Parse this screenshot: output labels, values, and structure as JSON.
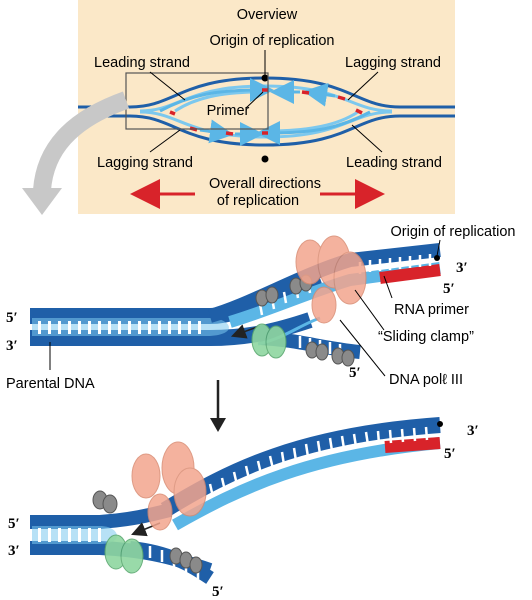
{
  "overview": {
    "title": "Overview",
    "origin": "Origin of replication",
    "leading_top": "Leading strand",
    "lagging_top": "Lagging strand",
    "primer": "Primer",
    "lagging_bottom": "Lagging strand",
    "leading_bottom": "Leading strand",
    "directions_line1": "Overall directions",
    "directions_line2": "of replication"
  },
  "detail1": {
    "origin": "Origin of replication",
    "rna_primer": "RNA primer",
    "sliding_clamp": "“Sliding clamp”",
    "dna_pol": "DNA polℓ III",
    "parental": "Parental DNA",
    "end_3_right": "3′",
    "end_5_right": "5′",
    "end_5_left": "5′",
    "end_3_left": "3′",
    "end_5_bottom": "5′"
  },
  "detail2": {
    "end_3_right": "3′",
    "end_5_right": "5′",
    "end_5_left": "5′",
    "end_3_left": "3′",
    "end_5_bottom": "5′"
  },
  "colors": {
    "dark_strand": "#1f5fa8",
    "light_strand": "#7cc8ee",
    "primer": "#d8232a",
    "overview_bg": "#fbe8c8",
    "polymerase": "#f3a58e",
    "helicase": "#8fd6a0",
    "clamp_gray": "#8a8a8a"
  }
}
